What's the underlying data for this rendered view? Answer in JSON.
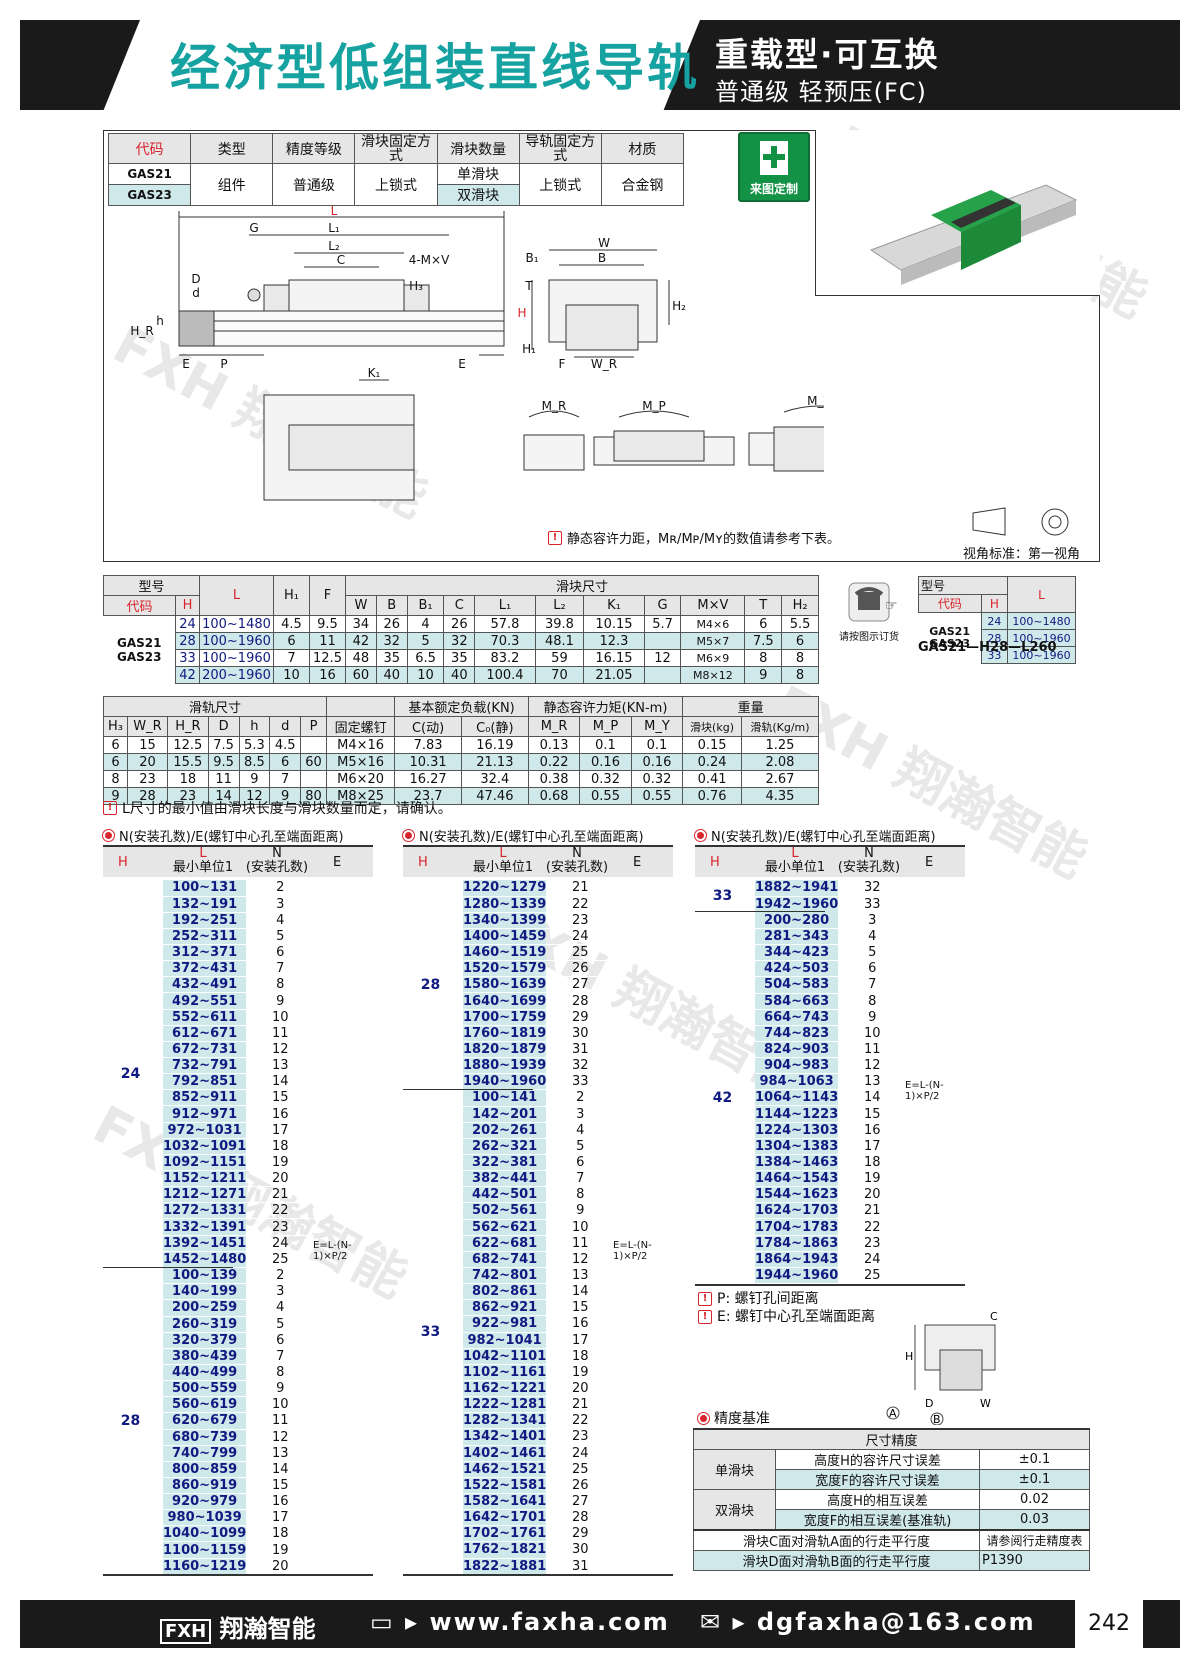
{
  "header": {
    "title": "经济型低组装直线导轨",
    "type": "重载型·可互换",
    "subtitle": "普通级 轻预压(FC)"
  },
  "spec": {
    "headers": [
      "代码",
      "类型",
      "精度等级",
      "滑块固定方式",
      "滑块数量",
      "导轨固定方式",
      "材质"
    ],
    "codes": [
      "GAS21",
      "GAS23"
    ],
    "type": "组件",
    "grade": "普通级",
    "block_fix": "上锁式",
    "qty": [
      "单滑块",
      "双滑块"
    ],
    "rail_fix": "上锁式",
    "material": "合金钢"
  },
  "badge": "来图定制",
  "drawing": {
    "labels": [
      "L",
      "L₁",
      "L₂",
      "C",
      "G",
      "4-M×V",
      "D",
      "d",
      "h",
      "H_R",
      "H₃",
      "E",
      "P",
      "E",
      "W",
      "B₁",
      "B",
      "T",
      "H",
      "H₂",
      "H₁",
      "F",
      "W_R",
      "K₁",
      "M_R",
      "M_P",
      "M_Y"
    ],
    "note": "静态容许力距，Mʀ/Mᴘ/Mʏ的数值请参考下表。",
    "view": "视角标准：第一视角"
  },
  "t1": {
    "h_model": "型号",
    "h_code": "代码",
    "h_H": "H",
    "h_L": "L",
    "h_H1": "H₁",
    "h_F": "F",
    "h_block": "滑块尺寸",
    "cols": [
      "W",
      "B",
      "B₁",
      "C",
      "L₁",
      "L₂",
      "K₁",
      "G",
      "M×V",
      "T",
      "H₂"
    ],
    "code": [
      "GAS21",
      "GAS23"
    ],
    "rows": [
      [
        "24",
        "100~1480",
        "4.5",
        "9.5",
        "34",
        "26",
        "4",
        "26",
        "57.8",
        "39.8",
        "10.15",
        "5.7",
        "M4×6",
        "6",
        "5.5"
      ],
      [
        "28",
        "100~1960",
        "6",
        "11",
        "42",
        "32",
        "5",
        "32",
        "70.3",
        "48.1",
        "12.3",
        "",
        "M5×7",
        "7.5",
        "6"
      ],
      [
        "33",
        "100~1960",
        "7",
        "12.5",
        "48",
        "35",
        "6.5",
        "35",
        "83.2",
        "59",
        "16.15",
        "12",
        "M6×9",
        "8",
        "8"
      ],
      [
        "42",
        "200~1960",
        "10",
        "16",
        "60",
        "40",
        "10",
        "40",
        "100.4",
        "70",
        "21.05",
        "",
        "M8×12",
        "9",
        "8"
      ]
    ]
  },
  "order": {
    "label": "请按图示订货",
    "h_model": "型号",
    "h_code": "代码",
    "h_H": "H",
    "h_L": "L",
    "codes": [
      "GAS21",
      "GAS23"
    ],
    "rows": [
      [
        "24",
        "100~1480"
      ],
      [
        "28",
        "100~1960"
      ],
      [
        "33",
        "100~1960"
      ]
    ],
    "example": "GAS21—H28—L260"
  },
  "t2": {
    "h_rail": "滑轨尺寸",
    "h_load": "基本额定负载(KN)",
    "h_moment": "静态容许力矩(KN-m)",
    "h_weight": "重量",
    "cols": [
      "H₃",
      "W_R",
      "H_R",
      "D",
      "h",
      "d",
      "P",
      "固定螺钉",
      "C(动)",
      "C₀(静)",
      "M_R",
      "M_P",
      "M_Y",
      "滑块(kg)",
      "滑轨(Kg/m)"
    ],
    "rows": [
      [
        "6",
        "15",
        "12.5",
        "7.5",
        "5.3",
        "4.5",
        "",
        "M4×16",
        "7.83",
        "16.19",
        "0.13",
        "0.1",
        "0.1",
        "0.15",
        "1.25"
      ],
      [
        "6",
        "20",
        "15.5",
        "9.5",
        "8.5",
        "6",
        "60",
        "M5×16",
        "10.31",
        "21.13",
        "0.22",
        "0.16",
        "0.16",
        "0.24",
        "2.08"
      ],
      [
        "8",
        "23",
        "18",
        "11",
        "9",
        "7",
        "",
        "M6×20",
        "16.27",
        "32.4",
        "0.38",
        "0.32",
        "0.32",
        "0.41",
        "2.67"
      ],
      [
        "9",
        "28",
        "23",
        "14",
        "12",
        "9",
        "80",
        "M8×25",
        "23.7",
        "47.46",
        "0.68",
        "0.55",
        "0.55",
        "0.76",
        "4.35"
      ]
    ],
    "note": "L尺寸的最小值由滑块长度与滑块数量而定，请确认。"
  },
  "n": {
    "title": "N(安装孔数)/E(螺钉中心孔至端面距离)",
    "h_H": "H",
    "h_L": "L",
    "h_L2": "最小单位1",
    "h_N": "N",
    "h_N2": "(安装孔数)",
    "h_E": "E",
    "formula": "E=L-(N-1)×P/2",
    "c1": {
      "g": [
        {
          "H": "24",
          "rows": [
            [
              "100~131",
              "2"
            ],
            [
              "132~191",
              "3"
            ],
            [
              "192~251",
              "4"
            ],
            [
              "252~311",
              "5"
            ],
            [
              "312~371",
              "6"
            ],
            [
              "372~431",
              "7"
            ],
            [
              "432~491",
              "8"
            ],
            [
              "492~551",
              "9"
            ],
            [
              "552~611",
              "10"
            ],
            [
              "612~671",
              "11"
            ],
            [
              "672~731",
              "12"
            ],
            [
              "732~791",
              "13"
            ],
            [
              "792~851",
              "14"
            ],
            [
              "852~911",
              "15"
            ],
            [
              "912~971",
              "16"
            ],
            [
              "972~1031",
              "17"
            ],
            [
              "1032~1091",
              "18"
            ],
            [
              "1092~1151",
              "19"
            ],
            [
              "1152~1211",
              "20"
            ],
            [
              "1212~1271",
              "21"
            ],
            [
              "1272~1331",
              "22"
            ],
            [
              "1332~1391",
              "23"
            ],
            [
              "1392~1451",
              "24"
            ],
            [
              "1452~1480",
              "25"
            ]
          ]
        },
        {
          "H": "28",
          "rows": [
            [
              "100~139",
              "2"
            ],
            [
              "140~199",
              "3"
            ],
            [
              "200~259",
              "4"
            ],
            [
              "260~319",
              "5"
            ],
            [
              "320~379",
              "6"
            ],
            [
              "380~439",
              "7"
            ],
            [
              "440~499",
              "8"
            ],
            [
              "500~559",
              "9"
            ],
            [
              "560~619",
              "10"
            ],
            [
              "620~679",
              "11"
            ],
            [
              "680~739",
              "12"
            ],
            [
              "740~799",
              "13"
            ],
            [
              "800~859",
              "14"
            ],
            [
              "860~919",
              "15"
            ],
            [
              "920~979",
              "16"
            ],
            [
              "980~1039",
              "17"
            ],
            [
              "1040~1099",
              "18"
            ],
            [
              "1100~1159",
              "19"
            ],
            [
              "1160~1219",
              "20"
            ]
          ]
        }
      ]
    },
    "c2": {
      "g": [
        {
          "H": "28",
          "rows": [
            [
              "1220~1279",
              "21"
            ],
            [
              "1280~1339",
              "22"
            ],
            [
              "1340~1399",
              "23"
            ],
            [
              "1400~1459",
              "24"
            ],
            [
              "1460~1519",
              "25"
            ],
            [
              "1520~1579",
              "26"
            ],
            [
              "1580~1639",
              "27"
            ],
            [
              "1640~1699",
              "28"
            ],
            [
              "1700~1759",
              "29"
            ],
            [
              "1760~1819",
              "30"
            ],
            [
              "1820~1879",
              "31"
            ],
            [
              "1880~1939",
              "32"
            ],
            [
              "1940~1960",
              "33"
            ]
          ]
        },
        {
          "H": "33",
          "rows": [
            [
              "100~141",
              "2"
            ],
            [
              "142~201",
              "3"
            ],
            [
              "202~261",
              "4"
            ],
            [
              "262~321",
              "5"
            ],
            [
              "322~381",
              "6"
            ],
            [
              "382~441",
              "7"
            ],
            [
              "442~501",
              "8"
            ],
            [
              "502~561",
              "9"
            ],
            [
              "562~621",
              "10"
            ],
            [
              "622~681",
              "11"
            ],
            [
              "682~741",
              "12"
            ],
            [
              "742~801",
              "13"
            ],
            [
              "802~861",
              "14"
            ],
            [
              "862~921",
              "15"
            ],
            [
              "922~981",
              "16"
            ],
            [
              "982~1041",
              "17"
            ],
            [
              "1042~1101",
              "18"
            ],
            [
              "1102~1161",
              "19"
            ],
            [
              "1162~1221",
              "20"
            ],
            [
              "1222~1281",
              "21"
            ],
            [
              "1282~1341",
              "22"
            ],
            [
              "1342~1401",
              "23"
            ],
            [
              "1402~1461",
              "24"
            ],
            [
              "1462~1521",
              "25"
            ],
            [
              "1522~1581",
              "26"
            ],
            [
              "1582~1641",
              "27"
            ],
            [
              "1642~1701",
              "28"
            ],
            [
              "1702~1761",
              "29"
            ],
            [
              "1762~1821",
              "30"
            ],
            [
              "1822~1881",
              "31"
            ]
          ]
        }
      ]
    },
    "c3": {
      "g": [
        {
          "H": "33",
          "rows": [
            [
              "1882~1941",
              "32"
            ],
            [
              "1942~1960",
              "33"
            ]
          ]
        },
        {
          "H": "42",
          "rows": [
            [
              "200~280",
              "3"
            ],
            [
              "281~343",
              "4"
            ],
            [
              "344~423",
              "5"
            ],
            [
              "424~503",
              "6"
            ],
            [
              "504~583",
              "7"
            ],
            [
              "584~663",
              "8"
            ],
            [
              "664~743",
              "9"
            ],
            [
              "744~823",
              "10"
            ],
            [
              "824~903",
              "11"
            ],
            [
              "904~983",
              "12"
            ],
            [
              "984~1063",
              "13"
            ],
            [
              "1064~1143",
              "14"
            ],
            [
              "1144~1223",
              "15"
            ],
            [
              "1224~1303",
              "16"
            ],
            [
              "1304~1383",
              "17"
            ],
            [
              "1384~1463",
              "18"
            ],
            [
              "1464~1543",
              "19"
            ],
            [
              "1544~1623",
              "20"
            ],
            [
              "1624~1703",
              "21"
            ],
            [
              "1704~1783",
              "22"
            ],
            [
              "1784~1863",
              "23"
            ],
            [
              "1864~1943",
              "24"
            ],
            [
              "1944~1960",
              "25"
            ]
          ]
        }
      ]
    }
  },
  "legend": {
    "p": "P:  螺钉孔间距离",
    "e": "E:  螺钉中心孔至端面距离"
  },
  "precision": {
    "title": "精度基准",
    "head": "尺寸精度",
    "single": "单滑块",
    "double": "双滑块",
    "rows": [
      [
        "高度H的容许尺寸误差",
        "±0.1"
      ],
      [
        "宽度F的容许尺寸误差",
        "±0.1"
      ],
      [
        "高度H的相互误差",
        "0.02"
      ],
      [
        "宽度F的相互误差(基准轨)",
        "0.03"
      ]
    ],
    "travel1": "滑块C面对滑轨A面的行走平行度",
    "travel2": "滑块D面对滑轨B面的行走平行度",
    "travel_val": "请参阅行走精度表",
    "travel_page": "P1390"
  },
  "footer": {
    "brand": "翔瀚智能",
    "url": "www.faxha.com",
    "email": "dgfaxha@163.com",
    "page": "242"
  },
  "colors": {
    "accent": "#16a2a0",
    "dark": "#1a1a1a",
    "red": "#d8242c",
    "stripe": "#cfe8ea",
    "navy": "#101a80"
  }
}
